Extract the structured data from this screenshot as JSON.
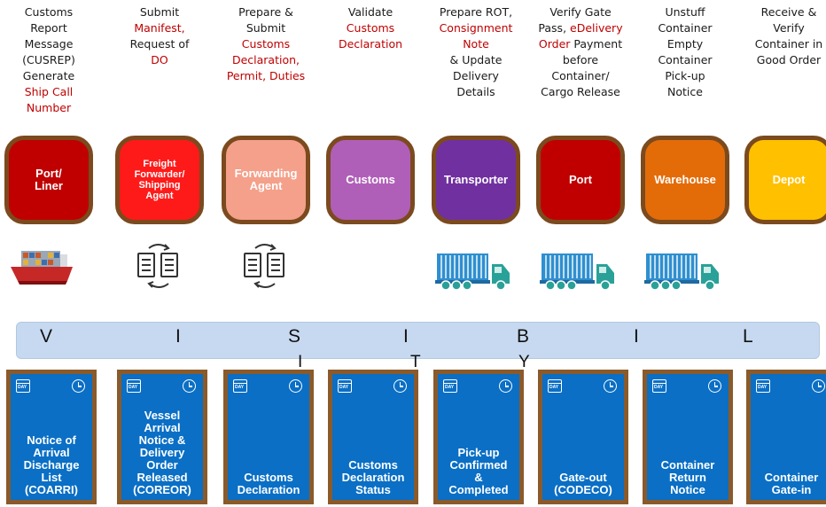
{
  "steps": [
    {
      "desc": [
        {
          "t": "Customs",
          "c": "blk"
        },
        {
          "t": "Report",
          "c": "blk"
        },
        {
          "t": "Message",
          "c": "blk"
        },
        {
          "t": "(CUSREP)",
          "c": "blk"
        },
        {
          "t": "Generate",
          "c": "blk"
        },
        {
          "t": "Ship Call",
          "c": "red"
        },
        {
          "t": "Number",
          "c": "red"
        }
      ],
      "box_label": "Port/\nLiner",
      "box_color": "#c00000",
      "icon": "ship-icon",
      "card_label": "Notice of\nArrival\nDischarge\nList\n(COARRI)"
    },
    {
      "desc": [
        {
          "t": "Submit",
          "c": "blk"
        },
        {
          "t": "Manifest,",
          "c": "red"
        },
        {
          "t": "Request of",
          "c": "blk"
        },
        {
          "t": "DO",
          "c": "red"
        }
      ],
      "box_label": "Freight\nForwarder/\nShipping\nAgent",
      "box_color": "#ff1a1a",
      "icon": "document-exchange-icon",
      "card_label": "Vessel\nArrival\nNotice &\nDelivery\nOrder\nReleased\n(COREOR)"
    },
    {
      "desc": [
        {
          "t": "Prepare &",
          "c": "blk"
        },
        {
          "t": "Submit",
          "c": "blk"
        },
        {
          "t": "Customs",
          "c": "red"
        },
        {
          "t": "Declaration,",
          "c": "red"
        },
        {
          "t": "Permit, Duties",
          "c": "red"
        }
      ],
      "box_label": "Forwarding\nAgent",
      "box_color": "#f4a08a",
      "icon": "document-exchange-icon",
      "card_label": "Customs\nDeclaration"
    },
    {
      "desc": [
        {
          "t": "Validate",
          "c": "blk"
        },
        {
          "t": "Customs",
          "c": "red"
        },
        {
          "t": "Declaration",
          "c": "red"
        }
      ],
      "box_label": "Customs",
      "box_color": "#b05fb8",
      "icon": "",
      "card_label": "Customs\nDeclaration\nStatus"
    },
    {
      "desc": [
        {
          "t": "Prepare ROT,",
          "c": "blk"
        },
        {
          "t": "Consignment",
          "c": "red"
        },
        {
          "t": "Note",
          "c": "red"
        },
        {
          "t": "& Update",
          "c": "blk"
        },
        {
          "t": "Delivery",
          "c": "blk"
        },
        {
          "t": "Details",
          "c": "blk"
        }
      ],
      "box_label": "Transporter",
      "box_color": "#7030a0",
      "icon": "",
      "card_label": "Pick-up\nConfirmed\n&\nCompleted"
    },
    {
      "desc": [
        {
          "t": "Verify Gate",
          "c": "blk"
        },
        {
          "t": "Pass, eDelivery",
          "c": "mixed1"
        },
        {
          "t": "Order Payment",
          "c": "mixed2"
        },
        {
          "t": "before",
          "c": "blk"
        },
        {
          "t": "Container/",
          "c": "blk"
        },
        {
          "t": "Cargo Release",
          "c": "blk"
        }
      ],
      "box_label": "Port",
      "box_color": "#c00000",
      "icon": "truck-icon",
      "card_label": "Gate-out\n(CODECO)"
    },
    {
      "desc": [
        {
          "t": "Unstuff",
          "c": "blk"
        },
        {
          "t": "Container",
          "c": "blk"
        },
        {
          "t": "Empty",
          "c": "blk"
        },
        {
          "t": "Container",
          "c": "blk"
        },
        {
          "t": "Pick-up",
          "c": "blk"
        },
        {
          "t": "Notice",
          "c": "blk"
        }
      ],
      "box_label": "Warehouse",
      "box_color": "#e36c09",
      "icon": "truck-icon",
      "card_label": "Container\nReturn\nNotice"
    },
    {
      "desc": [
        {
          "t": "Receive &",
          "c": "blk"
        },
        {
          "t": "Verify",
          "c": "blk"
        },
        {
          "t": "Container in",
          "c": "blk"
        },
        {
          "t": "Good Order",
          "c": "blk"
        }
      ],
      "box_label": "Depot",
      "box_color": "#ffc000",
      "icon": "",
      "card_label": "Container\nGate-in"
    }
  ],
  "transporter_truck": true,
  "visibility_letters": [
    "V",
    "I",
    "S",
    "I",
    "B",
    "I",
    "L",
    "I",
    "T",
    "Y"
  ],
  "card_day_text": "DAY",
  "colors": {
    "red_text": "#c00000",
    "card_blue": "#0a6fc5",
    "card_border": "#8a5a2b",
    "box_border": "#7b4a1e",
    "bar": "#c6d9f0"
  }
}
